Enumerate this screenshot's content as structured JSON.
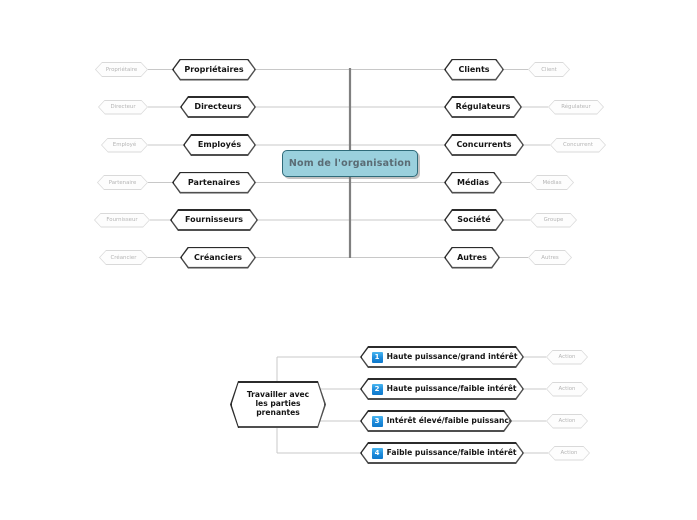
{
  "diagram": {
    "title_node": {
      "label": "Nom de l'organisation"
    },
    "left_branches": [
      {
        "label": "Propriétaires",
        "ghost": "Propriétaire"
      },
      {
        "label": "Directeurs",
        "ghost": "Directeur"
      },
      {
        "label": "Employés",
        "ghost": "Employé"
      },
      {
        "label": "Partenaires",
        "ghost": "Partenaire"
      },
      {
        "label": "Fournisseurs",
        "ghost": "Fournisseur"
      },
      {
        "label": "Créanciers",
        "ghost": "Créancier"
      }
    ],
    "right_branches": [
      {
        "label": "Clients",
        "ghost": "Client"
      },
      {
        "label": "Régulateurs",
        "ghost": "Régulateur"
      },
      {
        "label": "Concurrents",
        "ghost": "Concurrent"
      },
      {
        "label": "Médias",
        "ghost": "Médias"
      },
      {
        "label": "Société",
        "ghost": "Groupe"
      },
      {
        "label": "Autres",
        "ghost": "Autres"
      }
    ],
    "lower": {
      "root": {
        "line1": "Travailler avec",
        "line2": "les parties",
        "line3": "prenantes"
      },
      "items": [
        {
          "num": "1",
          "label": "Haute puissance/grand intérêt",
          "ghost": "Action"
        },
        {
          "num": "2",
          "label": "Haute puissance/faible intérêt",
          "ghost": "Action"
        },
        {
          "num": "3",
          "label": "Intérêt élevé/faible puissance",
          "ghost": "Action"
        },
        {
          "num": "4",
          "label": "Faible puissance/faible intérêt",
          "ghost": "Action"
        }
      ]
    }
  },
  "colors": {
    "center_fill": "#9ad0dd",
    "center_border": "#2f6b7a",
    "badge_blue": "#1e8ddd",
    "node_border": "#2b2b2b",
    "ghost_gray": "#b4b4b4",
    "line_gray": "#c8c8c8",
    "trunk_gray": "#808080",
    "background": "#ffffff"
  }
}
